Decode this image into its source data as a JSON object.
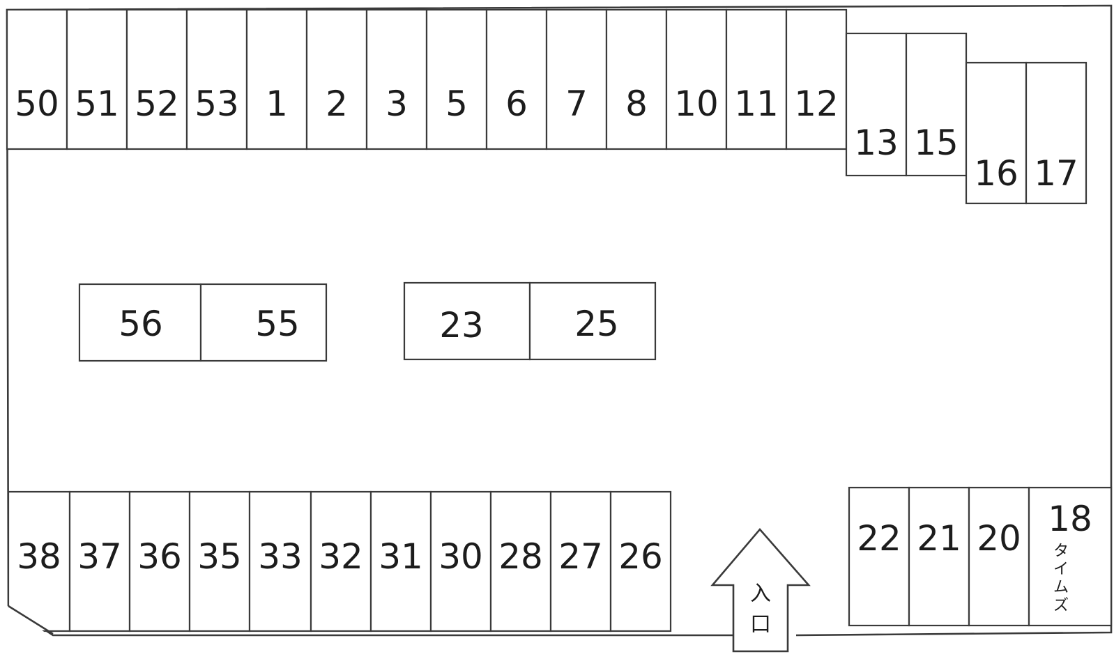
{
  "lot": {
    "top_row": [
      "50",
      "51",
      "52",
      "53",
      "1",
      "2",
      "3",
      "5",
      "6",
      "7",
      "8",
      "10",
      "11",
      "12"
    ],
    "top_right": [
      "13",
      "15",
      "16",
      "17"
    ],
    "island_left": [
      "56",
      "55"
    ],
    "island_center": [
      "23",
      "25"
    ],
    "bottom_row": [
      "38",
      "37",
      "36",
      "35",
      "33",
      "32",
      "31",
      "30",
      "28",
      "27",
      "26"
    ],
    "bottom_right": [
      "22",
      "21",
      "20",
      "18"
    ],
    "stall_18_note": "タイムズ",
    "entrance_label": "入口"
  }
}
